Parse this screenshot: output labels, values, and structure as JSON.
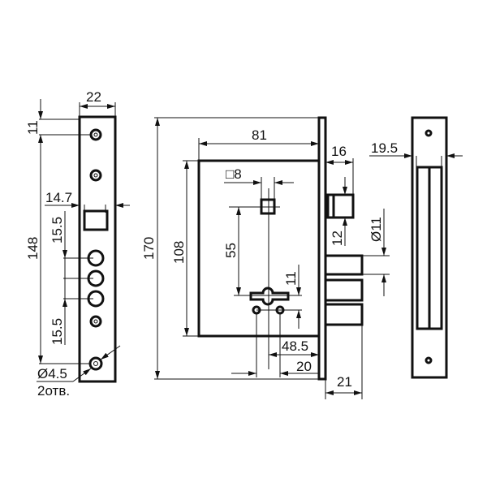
{
  "title": "Mortise lock dimensional drawing",
  "dimensions": {
    "faceplate_width": "22",
    "top_screw_offset": "11",
    "total_hole_span": "148",
    "backset_faceplate": "14.7",
    "spacing_upper": "15.5",
    "spacing_lower": "15.5",
    "screw_hole": "Ø4.5",
    "screw_hole_count": "2отв.",
    "body_depth": "81",
    "faceplate_height": "170",
    "body_height": "108",
    "spindle_square": "□8",
    "spindle_to_key": "55",
    "key_offset": "11",
    "backset": "48.5",
    "key_holes": "20",
    "latch_projection": "16",
    "latch_height": "12",
    "bolt_diameter": "Ø11",
    "bolt_projection": "21",
    "strike_width": "19.5"
  }
}
